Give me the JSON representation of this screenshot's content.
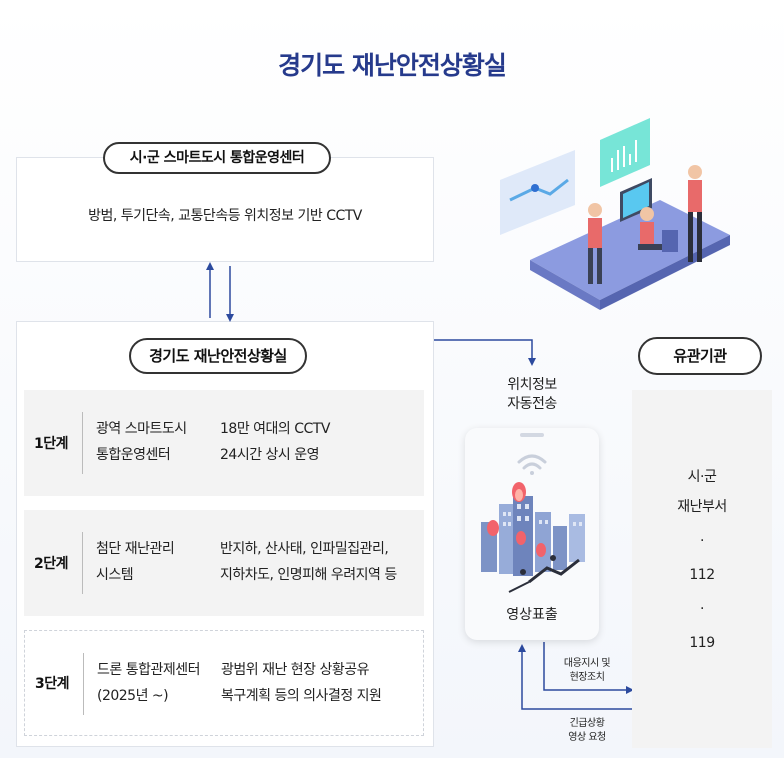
{
  "title": "경기도 재난안전상황실",
  "top_box": {
    "label": "시·군 스마트도시 통합운영센터",
    "text": "방범, 투기단속, 교통단속등 위치정보 기반 CCTV"
  },
  "main_box": {
    "label": "경기도 재난안전상황실",
    "stages": [
      {
        "stage": "1단계",
        "name_line1": "광역 스마트도시",
        "name_line2": "통합운영센터",
        "desc_line1": "18만 여대의 CCTV",
        "desc_line2": "24시간 상시 운영"
      },
      {
        "stage": "2단계",
        "name_line1": "첨단 재난관리",
        "name_line2": "시스템",
        "desc_line1": "반지하, 산사태, 인파밀집관리,",
        "desc_line2": "지하차도, 인명피해 우려지역 등"
      },
      {
        "stage": "3단계",
        "name_line1": "드론 통합관제센터",
        "name_line2": "(2025년 ~)",
        "desc_line1": "광범위 재난 현장 상황공유",
        "desc_line2": "복구계획 등의 의사결정 지원"
      }
    ]
  },
  "transfer": {
    "line1": "위치정보",
    "line2": "자동전송"
  },
  "phone": {
    "label": "영상표출"
  },
  "agency": {
    "label": "유관기관",
    "line1": "시·군",
    "line2": "재난부서",
    "dot1": "·",
    "num1": "112",
    "dot2": "·",
    "num2": "119"
  },
  "arrow_labels": {
    "response_line1": "대응지시 및",
    "response_line2": "현장조치",
    "request_line1": "긴급상황",
    "request_line2": "영상 요청"
  },
  "colors": {
    "title": "#263a8c",
    "arrow": "#2c4a9e",
    "box_border": "#dfe3ea",
    "stage_bg": "#f3f3f3"
  }
}
